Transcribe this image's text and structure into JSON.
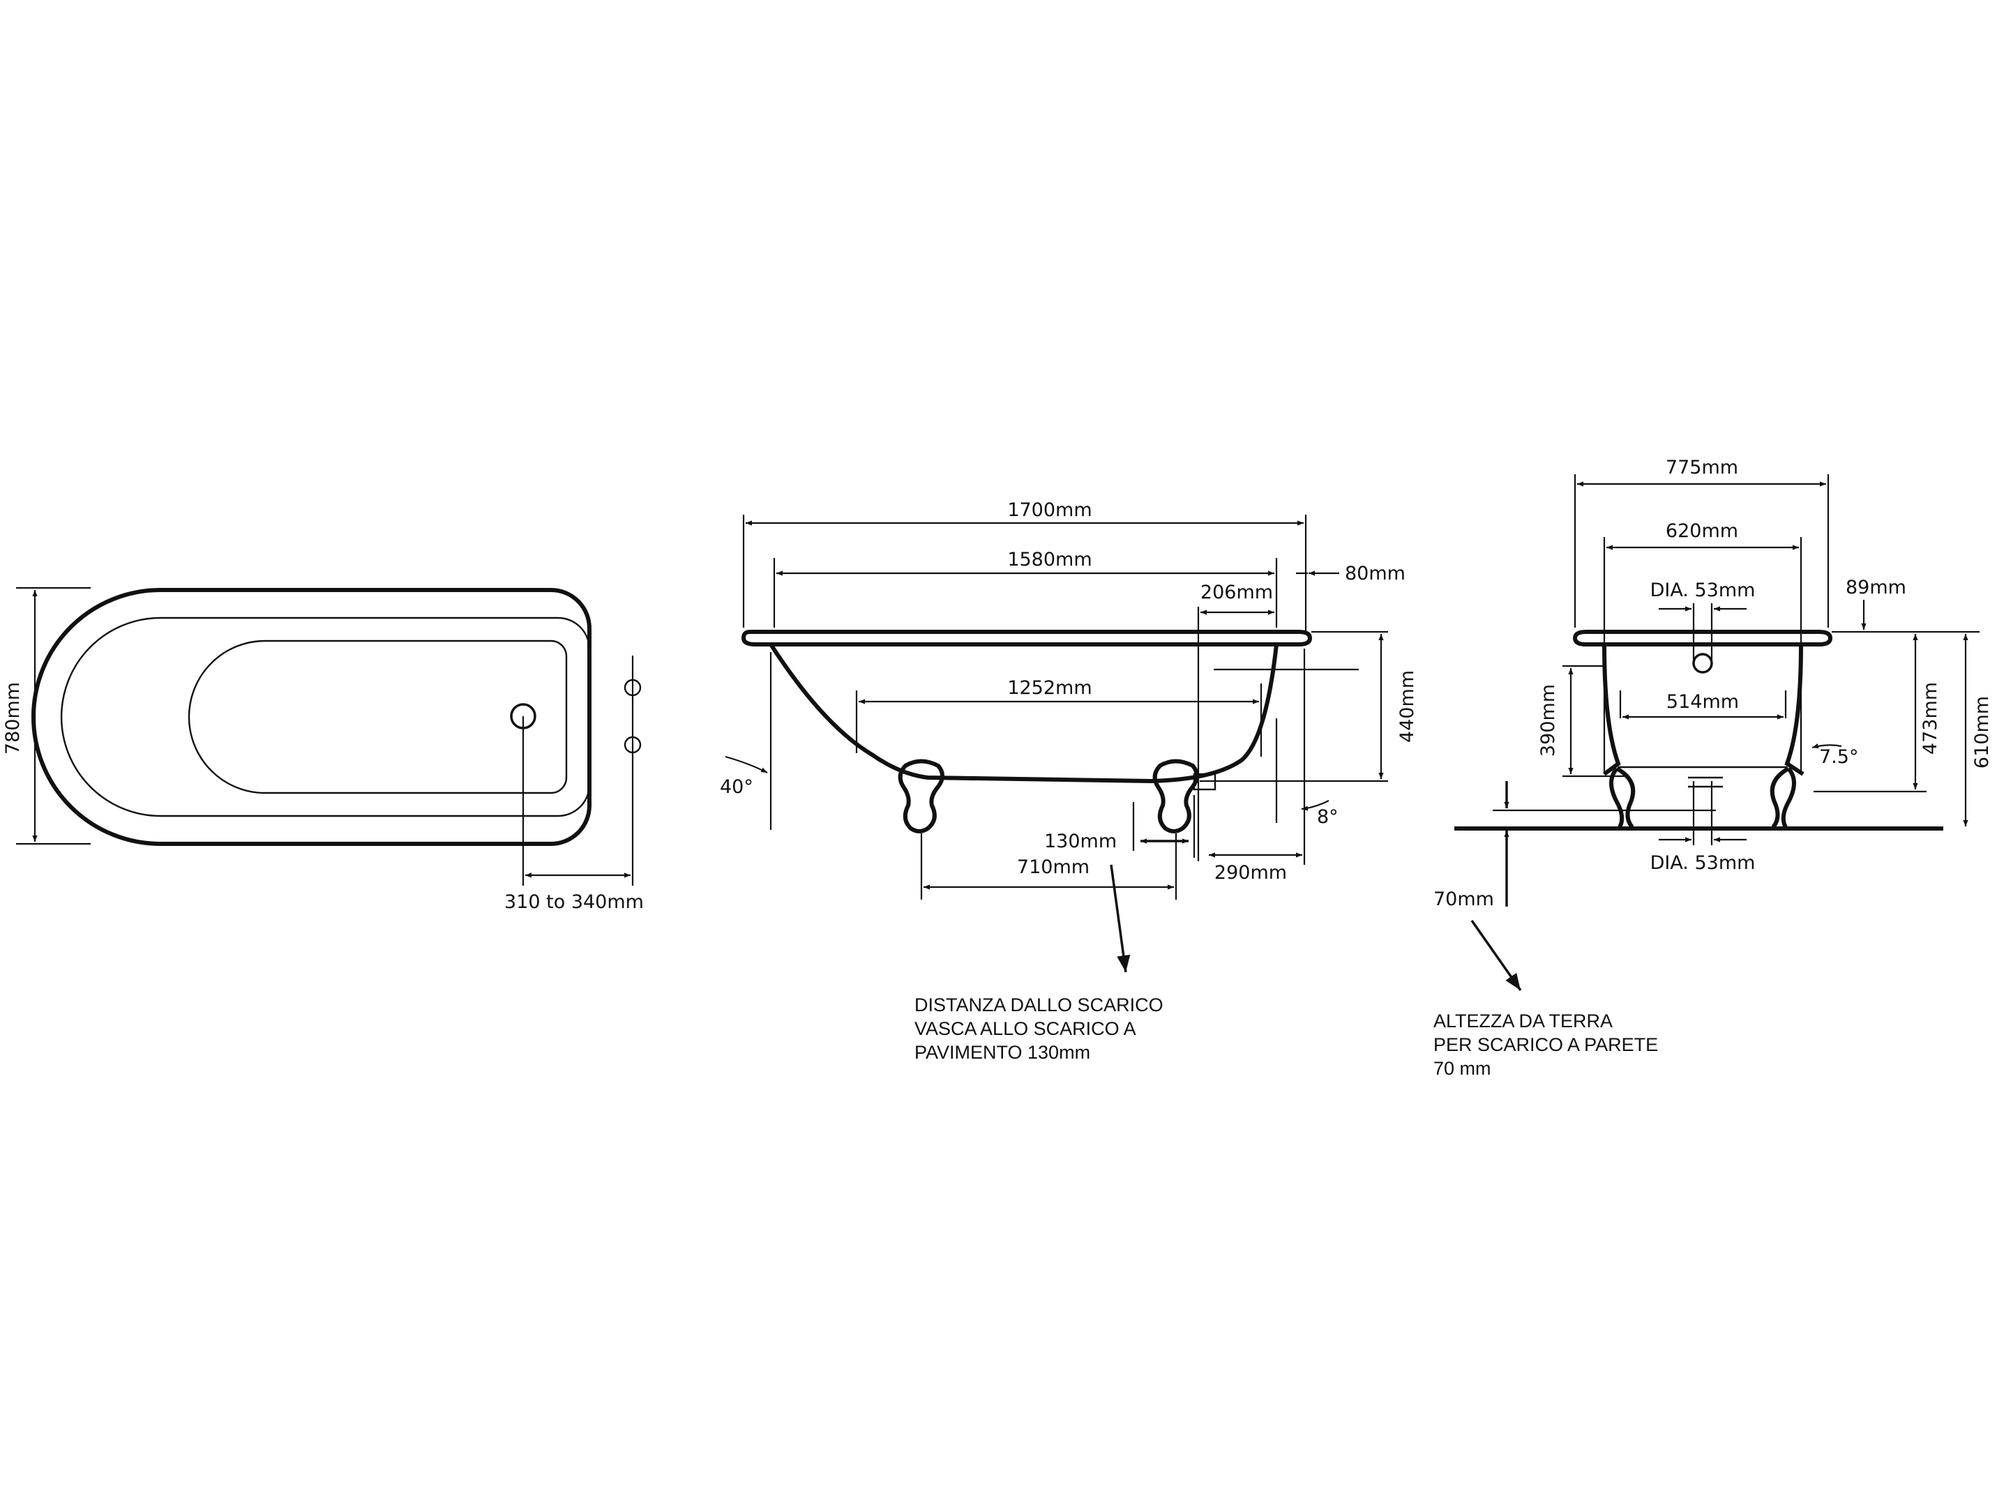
{
  "top_view": {
    "width_label": "780mm",
    "drain_offset_label": "310 to 340mm"
  },
  "side_view": {
    "overall_length_label": "1700mm",
    "inner_length_label": "1580mm",
    "rim_label": "80mm",
    "end_offset_label": "206mm",
    "bottom_length_label": "1252mm",
    "height_label": "440mm",
    "angle_head_label": "40°",
    "angle_foot_label": "8°",
    "drain_gap_label": "130mm",
    "feet_spacing_label": "710mm",
    "foot_offset_label": "290mm",
    "note_lines": [
      "DISTANZA DALLO SCARICO",
      "VASCA ALLO  SCARICO A",
      "PAVIMENTO 130mm"
    ]
  },
  "end_view": {
    "overall_width_label": "775mm",
    "inner_width_label": "620mm",
    "top_drain_label": "DIA. 53mm",
    "rim_label": "89mm",
    "bottom_width_label": "514mm",
    "inner_depth_label": "390mm",
    "depth_label": "473mm",
    "total_height_label": "610mm",
    "angle_label": "7.5°",
    "bottom_drain_label": "DIA. 53mm",
    "floor_gap_label": "70mm",
    "note_lines": [
      "ALTEZZA DA TERRA",
      "PER SCARICO A PARETE",
      "70 mm"
    ]
  }
}
